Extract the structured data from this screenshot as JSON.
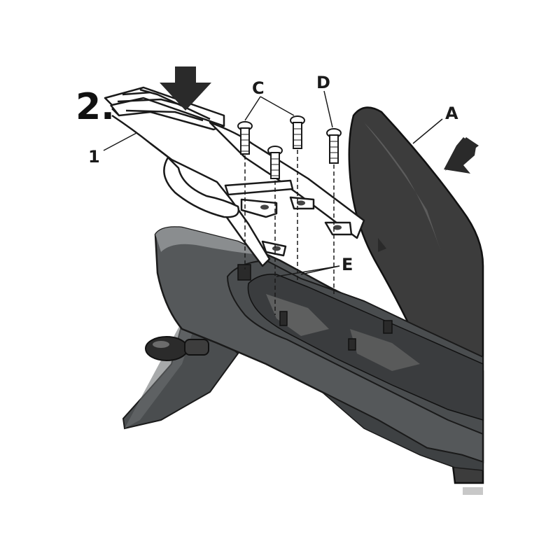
{
  "diagram": {
    "step_number": "2.",
    "labels": {
      "part_1": "1",
      "part_a": "A",
      "part_c": "C",
      "part_d": "D",
      "part_e": "E"
    }
  },
  "colors": {
    "fender": "#55585a",
    "fender_dark": "#3e4143",
    "fender_light": "#8a8d8f",
    "seat": "#3c3c3c",
    "seat_highlight": "#6a6a6a",
    "arrow": "#2a2a2a",
    "line": "#1a1a1a",
    "swatch": "#c8c8c8"
  }
}
